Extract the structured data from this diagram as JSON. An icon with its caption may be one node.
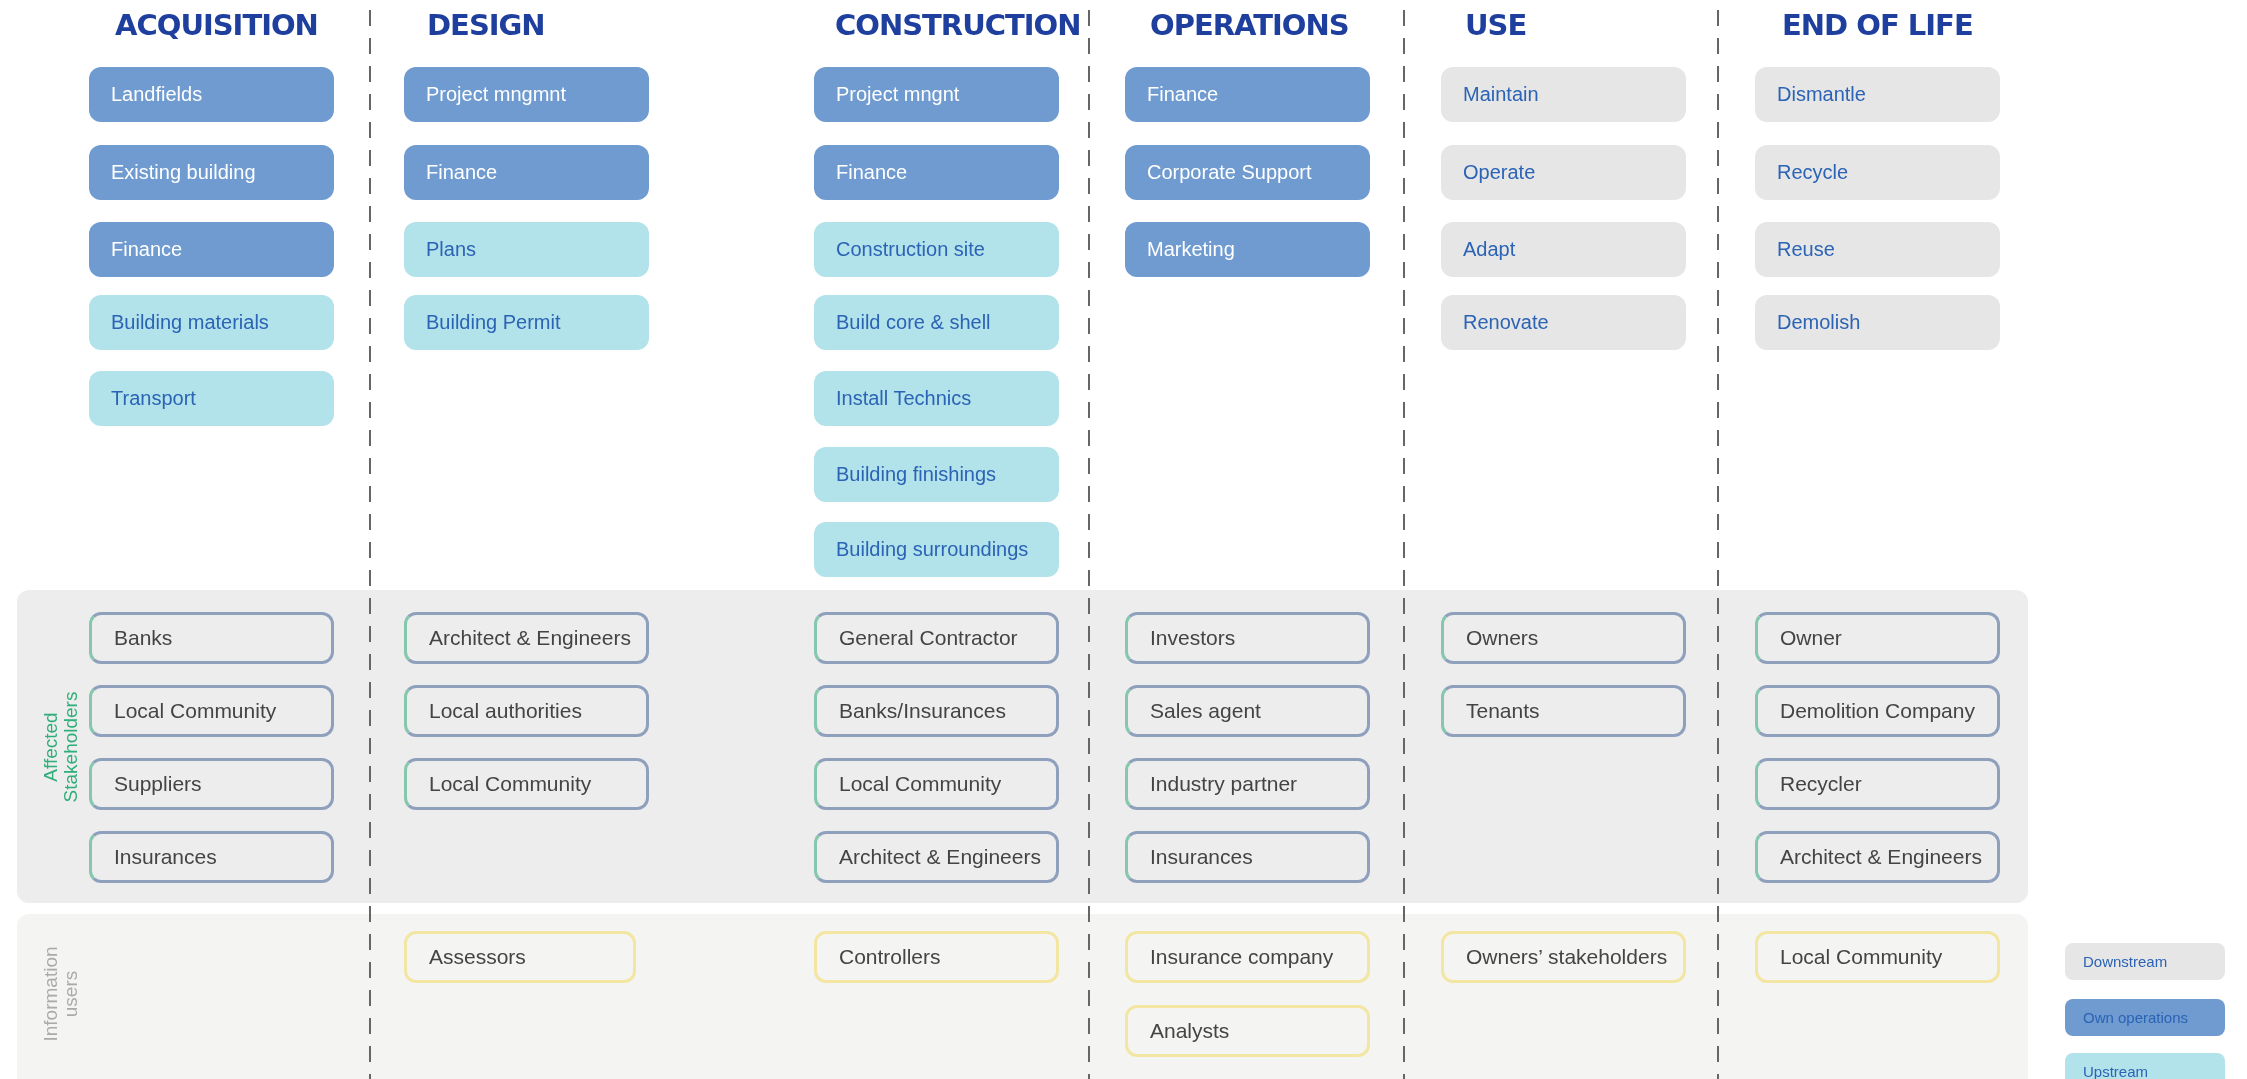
{
  "diagram": {
    "nodes": [
      {
        "text": [
          "Landfields"
        ]
      },
      {
        "text": [
          "Existing building"
        ]
      },
      {
        "text": [
          "Finance"
        ]
      },
      {
        "text": [
          "Building materials"
        ]
      },
      {
        "text": [
          "Transport"
        ]
      },
      {
        "text": [
          "Project mngmnt"
        ]
      },
      {
        "text": [
          "Finance"
        ]
      },
      {
        "text": [
          "Plans"
        ]
      },
      {
        "text": [
          "Building Permit"
        ]
      },
      {
        "text": [
          "Project mngnt"
        ]
      },
      {
        "text": [
          "Finance"
        ]
      },
      {
        "text": [
          "Construction site"
        ]
      },
      {
        "text": [
          "Build core & shell"
        ]
      },
      {
        "text": [
          "Install Technics"
        ]
      },
      {
        "text": [
          "Building finishings"
        ]
      },
      {
        "text": [
          "Building surroundings"
        ]
      },
      {
        "text": [
          "Finance"
        ]
      },
      {
        "text": [
          "Corporate Support"
        ]
      },
      {
        "text": [
          "Marketing"
        ]
      },
      {
        "text": [
          "Maintain"
        ]
      },
      {
        "text": [
          "Operate"
        ]
      },
      {
        "text": [
          "Adapt"
        ]
      },
      {
        "text": [
          "Renovate"
        ]
      },
      {
        "text": [
          "Dismantle"
        ]
      },
      {
        "text": [
          "Recycle"
        ]
      },
      {
        "text": [
          "Reuse"
        ]
      },
      {
        "text": [
          "Demolish"
        ]
      },
      {
        "text": [
          "Affected Stakeholders"
        ]
      },
      {
        "text": [
          "Banks"
        ],
        "in": 27
      },
      {
        "text": [
          "Local Community"
        ],
        "in": 27
      },
      {
        "text": [
          "Suppliers"
        ],
        "in": 27
      },
      {
        "text": [
          "Insurances"
        ],
        "in": 27
      },
      {
        "text": [
          "Architect & Engineers"
        ],
        "in": 27
      },
      {
        "text": [
          "Local authorities"
        ],
        "in": 27
      },
      {
        "text": [
          "Local Community"
        ],
        "in": 27
      },
      {
        "text": [
          "General Contractor"
        ],
        "in": 27
      },
      {
        "text": [
          "Banks/Insurances"
        ],
        "in": 27
      },
      {
        "text": [
          "Local Community"
        ],
        "in": 27
      },
      {
        "text": [
          "Architect & Engineers"
        ],
        "in": 27
      },
      {
        "text": [
          "Investors"
        ],
        "in": 27
      },
      {
        "text": [
          "Sales agent"
        ],
        "in": 27
      },
      {
        "text": [
          "Industry partner"
        ],
        "in": 27
      },
      {
        "text": [
          "Insurances"
        ],
        "in": 27
      },
      {
        "text": [
          "Owners"
        ],
        "in": 27
      },
      {
        "text": [
          "Tenants"
        ],
        "in": 27
      },
      {
        "text": [
          "Owner"
        ],
        "in": 27
      },
      {
        "text": [
          "Demolition Company"
        ],
        "in": 27
      },
      {
        "text": [
          "Recycler"
        ],
        "in": 27
      },
      {
        "text": [
          "Architect & Engineers"
        ],
        "in": 27
      },
      {
        "text": [
          "Information users"
        ]
      },
      {
        "text": [
          "Assessors"
        ],
        "in": 49
      },
      {
        "text": [
          "Controllers"
        ],
        "in": 49
      },
      {
        "text": [
          "Insurance company"
        ],
        "in": 49
      },
      {
        "text": [
          "Analysts"
        ],
        "in": 49
      },
      {
        "text": [
          "Owners’ stakeholders"
        ],
        "in": 49
      },
      {
        "text": [
          "Local Community"
        ],
        "in": 49
      }
    ],
    "labels": [
      "ACQUISITION",
      "DESIGN",
      "CONSTRUCTION",
      "OPERATIONS",
      "USE",
      "END OF LIFE"
    ],
    "legend": [
      {
        "text": "Downstream",
        "color": "#e6e6e6"
      },
      {
        "text": "Own operations",
        "color": "#6f9bd0"
      },
      {
        "text": "Upstream",
        "color": "#b2e2ea"
      }
    ]
  }
}
